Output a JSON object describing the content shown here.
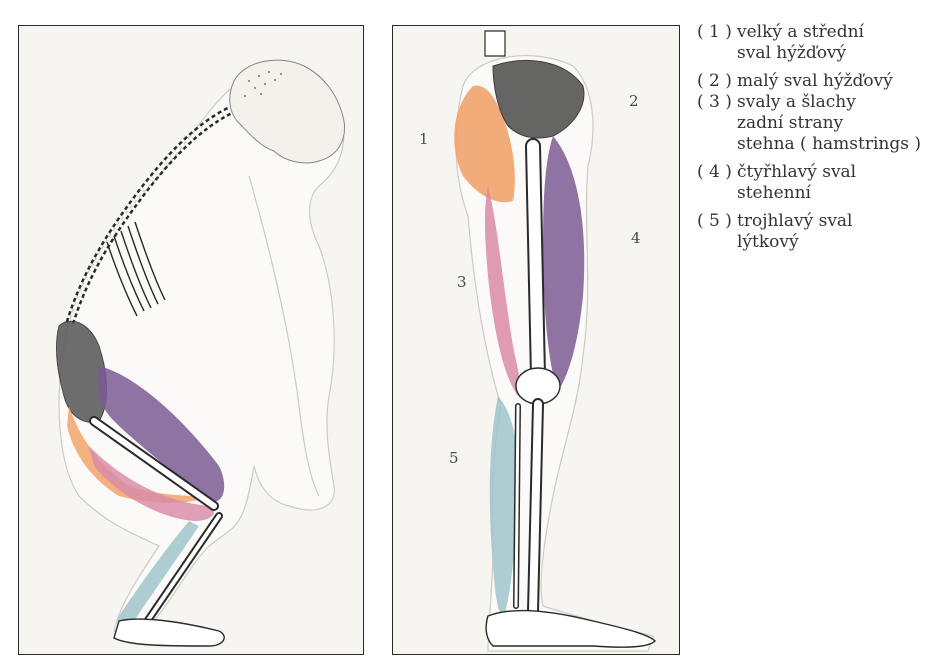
{
  "labels": {
    "l1": "1",
    "l2": "2",
    "l3": "3",
    "l4": "4",
    "l5": "5"
  },
  "legend": [
    {
      "num": "( 1 )",
      "text": "velký a střední\nsval hýžďový"
    },
    {
      "num": "( 2 )",
      "text": "malý sval hýžďový"
    },
    {
      "num": "( 3 )",
      "text": "svaly a šlachy\nzadní strany\nstehna ( hamstrings )"
    },
    {
      "num": "( 4 )",
      "text": "čtyřhlavý sval\nstehenní"
    },
    {
      "num": "( 5 )",
      "text": "trojhlavý sval\nlýtkový"
    }
  ],
  "colors": {
    "gluteus_maximus": "#f0a36a",
    "gluteus_minimus": "#555555",
    "hamstrings": "#d88aa6",
    "quadriceps": "#7b5a93",
    "triceps_surae": "#9fc4cc",
    "bone": "#ffffff",
    "outline": "#2a2a2a"
  }
}
